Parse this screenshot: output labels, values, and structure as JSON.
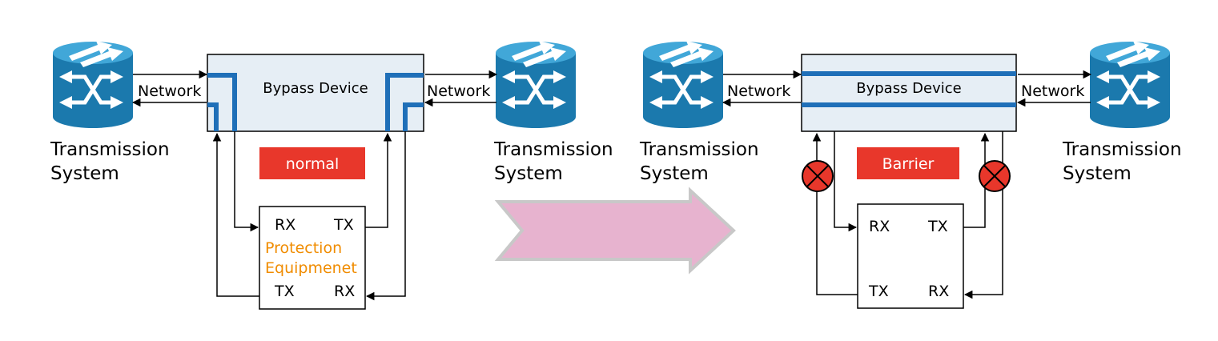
{
  "colors": {
    "router_top": "#41a7d8",
    "router_body": "#1b79ad",
    "router_arrow": "#ffffff",
    "device_fill": "#e6eef5",
    "blue_path": "#1f6fb8",
    "status_red": "#e8372b",
    "label_orange": "#f08c00",
    "pink_arrow": "#e7b3cf",
    "pink_arrow_border": "#c8c8c8",
    "barrier_fill": "#e8372b"
  },
  "left_scene": {
    "left_router": {
      "icon": "router-icon",
      "label_line1": "Transmission",
      "label_line2": "System"
    },
    "right_router": {
      "icon": "router-icon",
      "label_line1": "Transmission",
      "label_line2": "System"
    },
    "device_label": "Bypass Device",
    "network_left": "Network",
    "network_right": "Network",
    "status": "normal",
    "equipment": {
      "rx_top": "RX",
      "tx_top": "TX",
      "name_line1": "Protection",
      "name_line2": "Equipmenet",
      "tx_bottom": "TX",
      "rx_bottom": "RX"
    }
  },
  "right_scene": {
    "left_router": {
      "icon": "router-icon",
      "label_line1": "Transmission",
      "label_line2": "System"
    },
    "right_router": {
      "icon": "router-icon",
      "label_line1": "Transmission",
      "label_line2": "System"
    },
    "device_label": "Bypass Device",
    "network_left": "Network",
    "network_right": "Network",
    "status": "Barrier",
    "equipment": {
      "rx_top": "RX",
      "tx_top": "TX",
      "tx_bottom": "TX",
      "rx_bottom": "RX"
    }
  }
}
